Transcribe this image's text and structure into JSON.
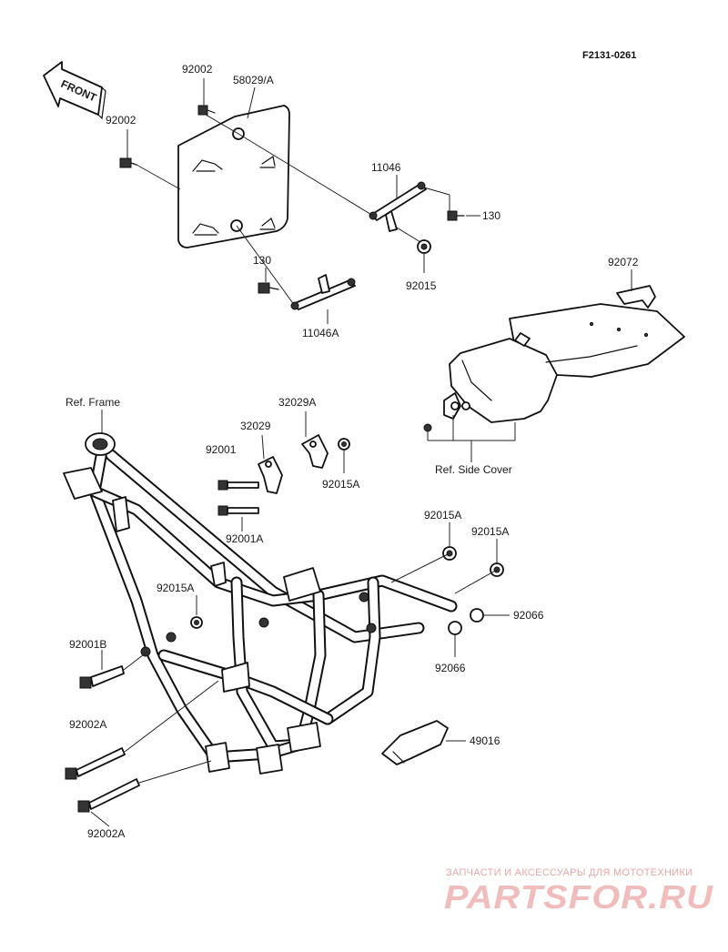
{
  "diagram": {
    "code": "F2131-0261",
    "front_label": "FRONT",
    "references": {
      "frame": "Ref. Frame",
      "side_cover": "Ref. Side Cover"
    },
    "parts": [
      "92002",
      "58029/A",
      "92002",
      "11046",
      "130",
      "92015",
      "130",
      "11046A",
      "92072",
      "32029A",
      "32029",
      "92001",
      "92015A",
      "92001A",
      "92015A",
      "92015A",
      "92066",
      "92015A",
      "92001B",
      "92066",
      "92002A",
      "49016",
      "92002A"
    ]
  },
  "watermark": {
    "tagline": "ЗАПЧАСТИ И АКСЕССУАРЫ ДЛЯ МОТОТЕХНИКИ",
    "brand": "PARTSFOR.RU"
  }
}
